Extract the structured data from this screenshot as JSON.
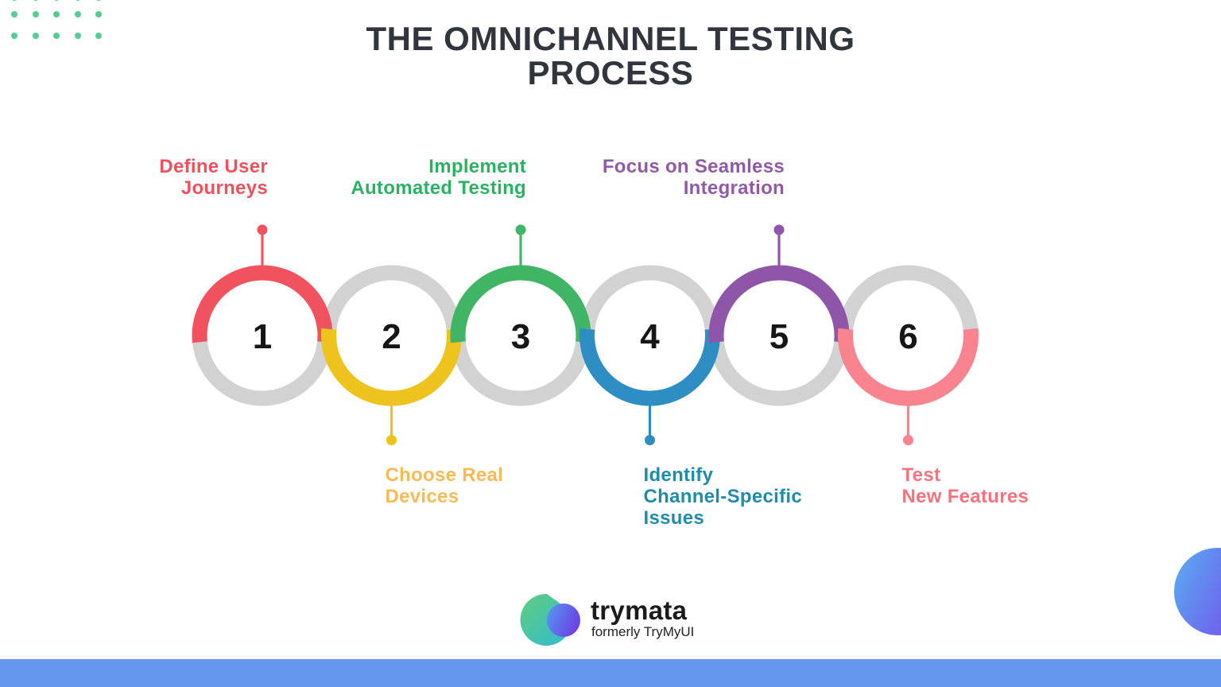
{
  "page": {
    "title": "THE OMNICHANNEL TESTING\nPROCESS"
  },
  "colors": {
    "title": "#31363E",
    "ring_gray": "#D2D2D2",
    "number": "#161616",
    "bottom_bar": "#6796EE",
    "dots_pattern": "#54CD90",
    "corner_circle_from": "#58ADF3",
    "corner_circle_to": "#7A40E8",
    "logo_leaf_from": "#62CD7C",
    "logo_leaf_to": "#2FBBD4",
    "logo_orb_from": "#549AF0",
    "logo_orb_to": "#6B44E5"
  },
  "process": {
    "steps": [
      {
        "number": "1",
        "label": "Define User\nJourneys",
        "arc_color": "#F0535F",
        "label_color": "#F0505C",
        "position": "top"
      },
      {
        "number": "2",
        "label": "Choose Real\nDevices",
        "arc_color": "#EEC31E",
        "label_color": "#F6BB56",
        "position": "bottom"
      },
      {
        "number": "3",
        "label": "Implement\nAutomated Testing",
        "arc_color": "#41B566",
        "label_color": "#2BB162",
        "position": "top"
      },
      {
        "number": "4",
        "label": "Identify\nChannel-Specific\nIssues",
        "arc_color": "#2E8EC3",
        "label_color": "#1F8CA9",
        "position": "bottom"
      },
      {
        "number": "5",
        "label": "Focus on Seamless\nIntegration",
        "arc_color": "#8F55A8",
        "label_color": "#9159A8",
        "position": "top"
      },
      {
        "number": "6",
        "label": "Test\nNew Features",
        "arc_color": "#F9838E",
        "label_color": "#F4737F",
        "position": "bottom"
      }
    ]
  },
  "footer": {
    "brand": "trymata",
    "tagline": "formerly TryMyUI"
  }
}
